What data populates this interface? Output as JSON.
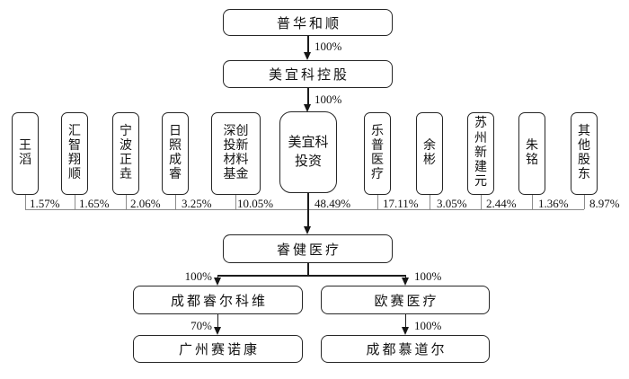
{
  "chain": {
    "root": "普华和顺",
    "holding": "美宜科控股",
    "pct_root_to_holding": "100%",
    "pct_holding_to_investment": "100%"
  },
  "shareholders": [
    {
      "name": "王滔",
      "pct": "1.57%"
    },
    {
      "name": "汇智翔顺",
      "pct": "1.65%"
    },
    {
      "name": "宁波正垚",
      "pct": "2.06%"
    },
    {
      "name": "日照成睿",
      "pct": "3.25%"
    },
    {
      "name": "深创投新材料基金",
      "pct": "10.05%"
    },
    {
      "name": "美宜科投资",
      "pct": "48.49%"
    },
    {
      "name": "乐普医疗",
      "pct": "17.11%"
    },
    {
      "name": "余彬",
      "pct": "3.05%"
    },
    {
      "name": "苏州新建元",
      "pct": "2.44%"
    },
    {
      "name": "朱铭",
      "pct": "1.36%"
    },
    {
      "name": "其他股东",
      "pct": "8.97%"
    }
  ],
  "company": {
    "name": "睿健医疗"
  },
  "subs": {
    "left": {
      "name": "成都睿尔科维",
      "pct": "100%"
    },
    "right": {
      "name": "欧赛医疗",
      "pct": "100%"
    },
    "left_child": {
      "name": "广州赛诺康",
      "pct": "70%"
    },
    "right_child": {
      "name": "成都慕道尔",
      "pct": "100%"
    }
  }
}
